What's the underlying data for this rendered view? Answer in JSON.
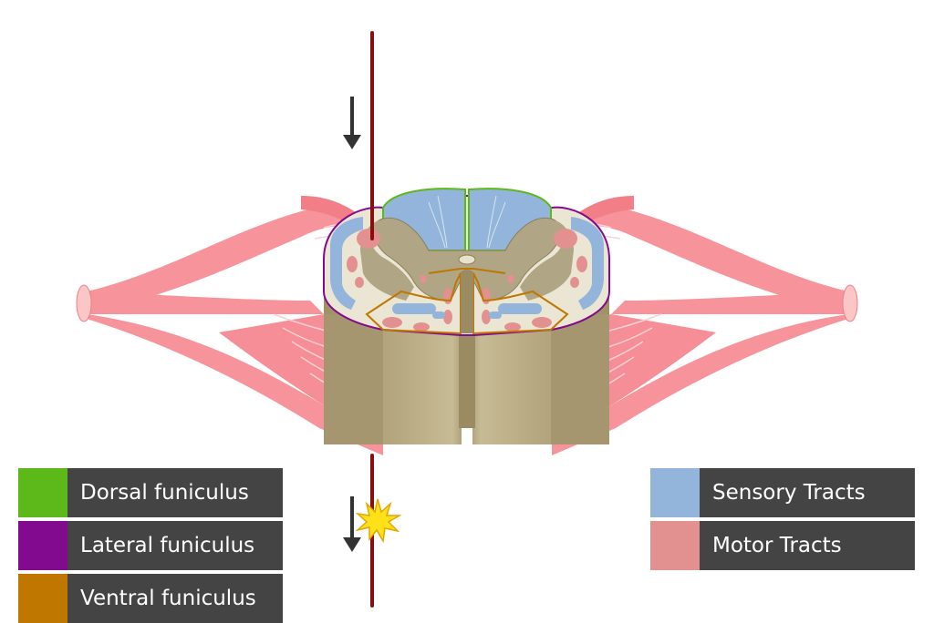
{
  "legend_left": [
    {
      "label": "Dorsal funiculus",
      "color": "#5DB81A"
    },
    {
      "label": "Lateral funiculus",
      "color": "#820A8E"
    },
    {
      "label": "Ventral funiculus",
      "color": "#BF7700"
    }
  ],
  "legend_right": [
    {
      "label": "Sensory Tracts",
      "color": "#93B5DB"
    },
    {
      "label": "Motor Tracts",
      "color": "#E29090"
    }
  ],
  "colors": {
    "needle": "#8B0E0E",
    "arrow": "#333333",
    "spark": "#FFE11A",
    "nerve": "#F7939A",
    "nerve_light": "#FBC6C6",
    "cord": "#B3A47C",
    "cord_dark": "#8C7E58",
    "gray_matter": "#B0A584",
    "white_matter": "#EAE6D3",
    "label_bg": "#444444"
  },
  "icons": [
    "down-arrow-icon",
    "needle-icon",
    "spark-icon"
  ]
}
